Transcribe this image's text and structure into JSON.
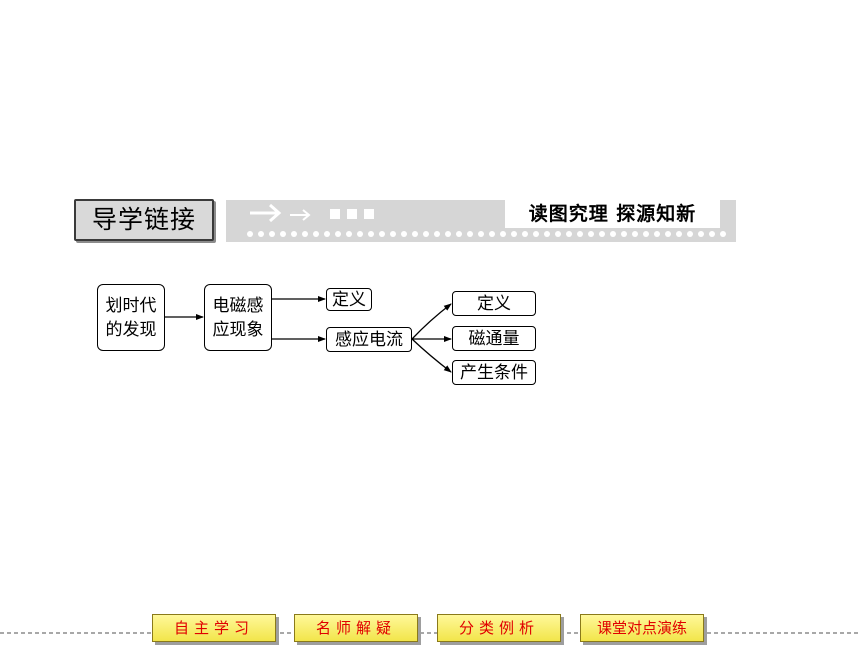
{
  "header": {
    "title": "导学链接",
    "subtitle": "读图究理  探源知新"
  },
  "concept_map": {
    "nodes": {
      "era_discovery": [
        "划时代",
        "的发现"
      ],
      "em_induction": [
        "电磁感",
        "应现象"
      ],
      "definition_top": "定义",
      "induced_current": "感应电流",
      "definition_current": "定义",
      "magnetic_flux": "磁通量",
      "conditions": "产生条件"
    },
    "edges": [
      [
        "era_discovery",
        "em_induction"
      ],
      [
        "em_induction",
        "definition_top"
      ],
      [
        "em_induction",
        "induced_current"
      ],
      [
        "induced_current",
        "definition_current"
      ],
      [
        "induced_current",
        "magnetic_flux"
      ],
      [
        "induced_current",
        "conditions"
      ]
    ]
  },
  "bottom_nav": {
    "items": [
      "自主学习",
      "名师解疑",
      "分类例析",
      "课堂对点演练"
    ],
    "text_color": "#e00000",
    "button_color": "#f7ec5e"
  }
}
